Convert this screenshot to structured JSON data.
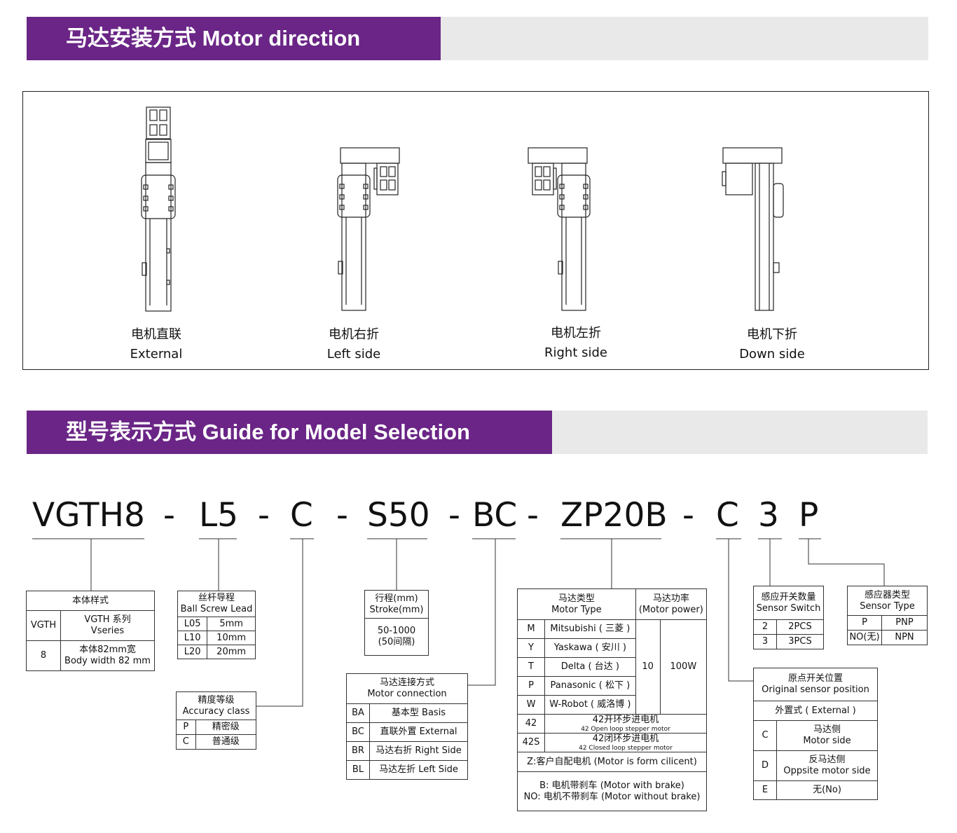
{
  "sections": {
    "motor_direction": "马达安装方式  Motor direction",
    "model_selection": "型号表示方式  Guide for Model Selection"
  },
  "captions": [
    {
      "cn": "电机直联",
      "en": "External"
    },
    {
      "cn": "电机右折",
      "en": "Left side"
    },
    {
      "cn": "电机左折",
      "en": "Right side"
    },
    {
      "cn": "电机下折",
      "en": "Down side"
    }
  ],
  "code": {
    "parts": [
      "VGTH8",
      "-",
      "L5",
      "-",
      "C",
      "-",
      "S50",
      "-",
      "BC",
      "-",
      "ZP20B",
      "-",
      "C",
      "3",
      "P"
    ]
  },
  "body_table": {
    "header": "本体样式",
    "rows": [
      [
        "VGTH",
        "VGTH 系列",
        "Vseries"
      ],
      [
        "8",
        "本体82mm宽",
        "Body width 82 mm"
      ]
    ]
  },
  "lead_table": {
    "header_cn": "丝杆导程",
    "header_en": "Ball Screw Lead",
    "rows": [
      [
        "L05",
        "5mm"
      ],
      [
        "L10",
        "10mm"
      ],
      [
        "L20",
        "20mm"
      ]
    ]
  },
  "accuracy_table": {
    "header_cn": "精度等级",
    "header_en": "Accuracy class",
    "rows": [
      [
        "P",
        "精密级"
      ],
      [
        "C",
        "普通级"
      ]
    ]
  },
  "stroke_table": {
    "header_cn": "行程(mm)",
    "header_en": "Stroke(mm)",
    "range": "50-1000",
    "step": "(50间隔)"
  },
  "connection_table": {
    "header_cn": "马达连接方式",
    "header_en": "Motor connection",
    "rows": [
      [
        "BA",
        "基本型  Basis"
      ],
      [
        "BC",
        "直联外置  External"
      ],
      [
        "BR",
        "马达右折  Right Side"
      ],
      [
        "BL",
        "马达左折  Left Side"
      ]
    ]
  },
  "motor_table": {
    "type_cn": "马达类型",
    "type_en": "Motor Type",
    "power_cn": "马达功率",
    "power_en": "(Motor power)",
    "rows": [
      [
        "M",
        "Mitsubishi ( 三菱 )"
      ],
      [
        "Y",
        "Yaskawa ( 安川 )"
      ],
      [
        "T",
        "Delta ( 台达 )"
      ],
      [
        "P",
        "Panasonic ( 松下 )"
      ],
      [
        "W",
        "W-Robot ( 威洛博 )"
      ]
    ],
    "power_code": "10",
    "power_value": "100W",
    "stepper": [
      {
        "code": "42",
        "cn": "42开环步进电机",
        "en": "42 Open loop stepper motor"
      },
      {
        "code": "42S",
        "cn": "42闭环步进电机",
        "en": "42 Closed loop stepper motor"
      }
    ],
    "custom": "Z:客户自配电机 (Motor is form cilicent)",
    "brake_b": "B: 电机带刹车  (Motor with brake)",
    "brake_no": "NO: 电机不带刹车 (Motor without brake)"
  },
  "sensor_count_table": {
    "header_cn": "感应开关数量",
    "header_en": "Sensor Switch",
    "rows": [
      [
        "2",
        "2PCS"
      ],
      [
        "3",
        "3PCS"
      ]
    ]
  },
  "sensor_type_table": {
    "header_cn": "感应器类型",
    "header_en": "Sensor Type",
    "rows": [
      [
        "P",
        "PNP"
      ],
      [
        "NO(无)",
        "NPN"
      ]
    ]
  },
  "origin_table": {
    "header_cn": "原点开关位置",
    "header_en": "Original sensor position",
    "external": "外置式  ( External )",
    "rows": [
      {
        "code": "C",
        "cn": "马达侧",
        "en": "Motor side"
      },
      {
        "code": "D",
        "cn": "反马达侧",
        "en": "Oppsite motor side"
      },
      {
        "code": "E",
        "cn": "无(No)",
        "en": ""
      }
    ]
  }
}
